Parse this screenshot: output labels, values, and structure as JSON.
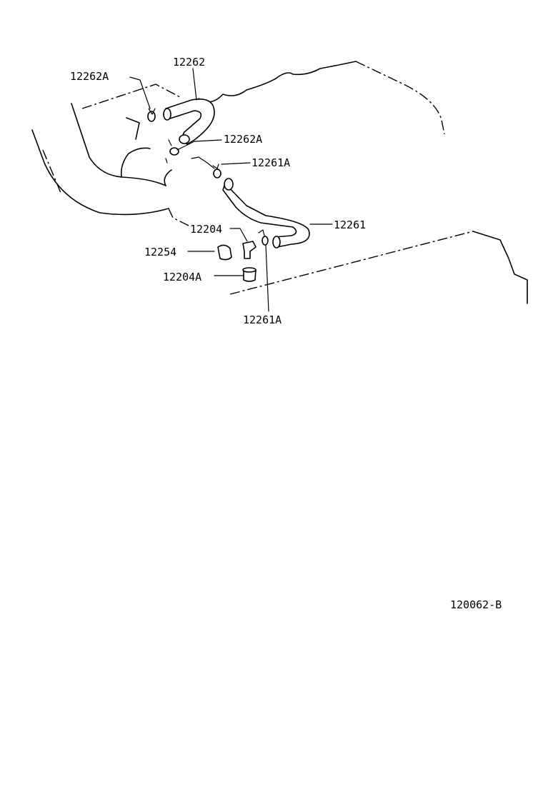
{
  "labels": {
    "p12262": "12262",
    "p12262A_top": "12262A",
    "p12262A_mid": "12262A",
    "p12261A_top": "12261A",
    "p12261": "12261",
    "p12204": "12204",
    "p12254": "12254",
    "p12204A": "12204A",
    "p12261A_bottom": "12261A"
  },
  "diagram_code": "120062-B"
}
